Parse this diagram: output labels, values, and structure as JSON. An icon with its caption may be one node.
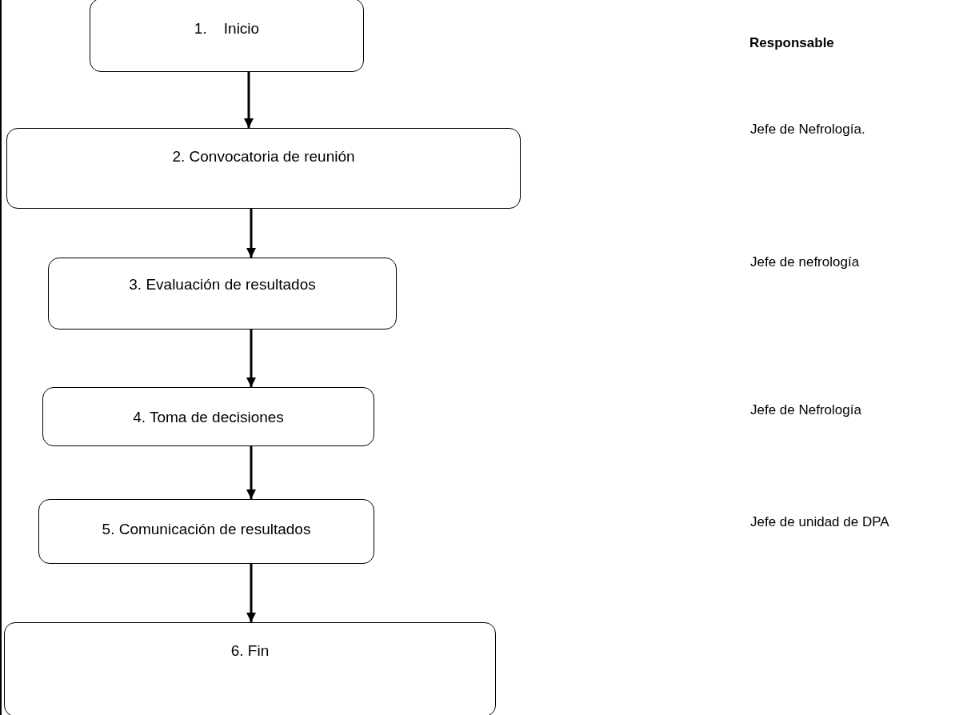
{
  "diagram": {
    "nodes": [
      {
        "text": [
          "1.    Inicio"
        ]
      },
      {
        "text": [
          "2. Convocatoria de reunión"
        ]
      },
      {
        "text": [
          "3. Evaluación de resultados"
        ]
      },
      {
        "text": [
          "4. Toma de decisiones"
        ]
      },
      {
        "text": [
          "5. Comunicación de resultados"
        ]
      },
      {
        "text": [
          "6. Fin"
        ]
      }
    ],
    "edges": [
      {
        "from": 0,
        "to": 1,
        "arrow": "to"
      },
      {
        "from": 1,
        "to": 2,
        "arrow": "to"
      },
      {
        "from": 2,
        "to": 3,
        "arrow": "to"
      },
      {
        "from": 3,
        "to": 4,
        "arrow": "to"
      },
      {
        "from": 4,
        "to": 5,
        "arrow": "to"
      }
    ],
    "labels": [
      "Responsable",
      "Jefe de Nefrología.",
      "Jefe de nefrología",
      "Jefe de Nefrología",
      "Jefe de unidad de DPA"
    ]
  }
}
